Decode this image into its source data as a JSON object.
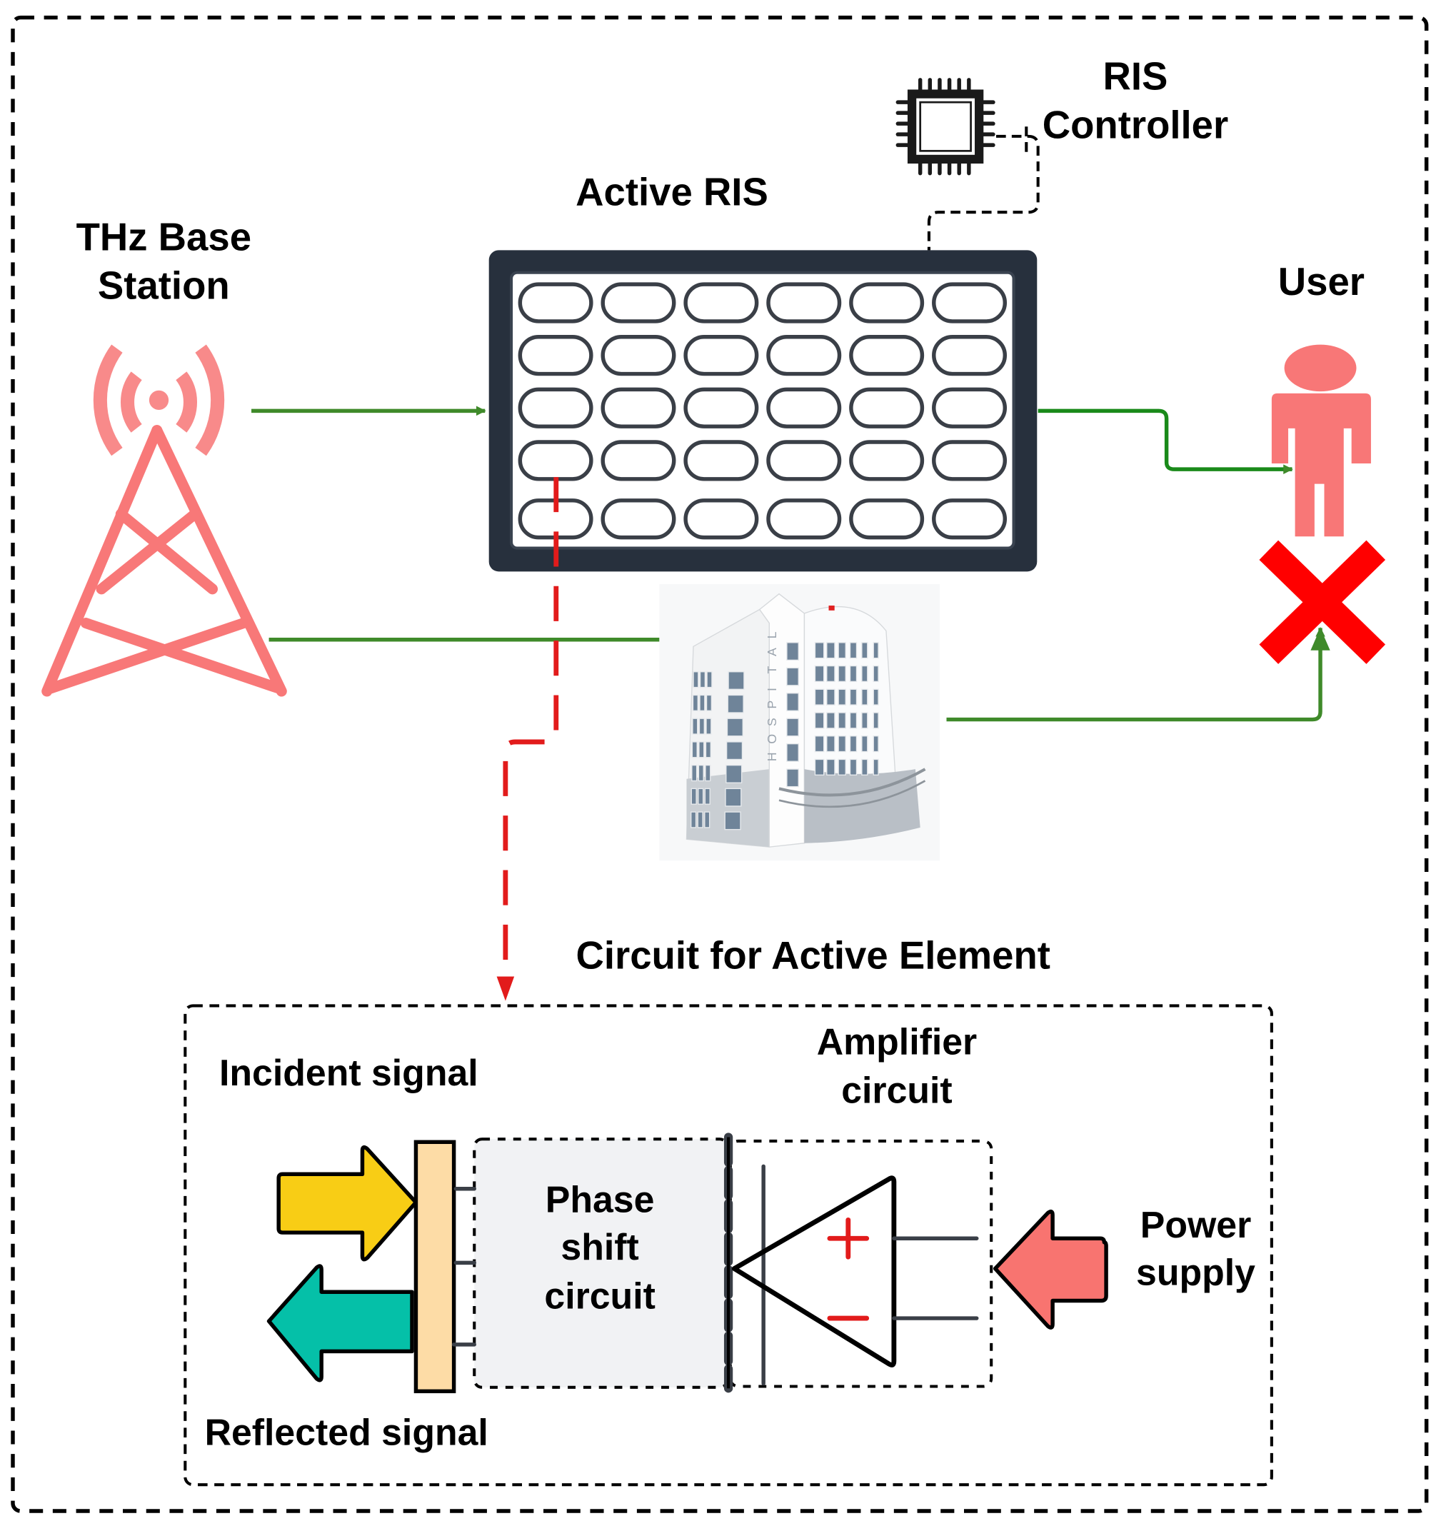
{
  "labels": {
    "base_station_line1": "THz Base",
    "base_station_line2": "Station",
    "active_ris": "Active RIS",
    "ris_controller_line1": "RIS",
    "ris_controller_line2": "Controller",
    "user": "User",
    "circuit_title": "Circuit for Active Element",
    "incident_signal": "Incident signal",
    "reflected_signal": "Reflected signal",
    "amplifier_line1": "Amplifier",
    "amplifier_line2": "circuit",
    "phase_line1": "Phase",
    "phase_line2": "shift",
    "phase_line3": "circuit",
    "power_line1": "Power",
    "power_line2": "supply",
    "amp_plus": "+",
    "amp_minus": "−",
    "hospital_sign": [
      "H",
      "O",
      "S",
      "P",
      "I",
      "T",
      "A",
      "L"
    ]
  },
  "ris_grid": {
    "rows": 5,
    "cols": 6
  },
  "icons": {
    "base_station": "cell-tower-icon",
    "controller": "microchip-icon",
    "user": "person-icon",
    "blocked": "red-x-icon",
    "obstacle": "hospital-building-icon",
    "incident": "yellow-arrow-right-icon",
    "reflected": "teal-arrow-left-icon",
    "power": "salmon-arrow-left-icon"
  },
  "colors": {
    "tower": "#f87878",
    "user": "#f87777",
    "signal_link": "#3f8a2a",
    "detail_link": "#e21b1b",
    "blocked_x": "#ff0000",
    "ris_frame": "#27303d",
    "ris_element": "#3a3f47",
    "incident_arrow": "#f8cd15",
    "reflected_arrow": "#05c0a8",
    "power_arrow": "#f87470",
    "reflector_bar": "#fddca6",
    "phase_box": "#f1f2f4"
  }
}
